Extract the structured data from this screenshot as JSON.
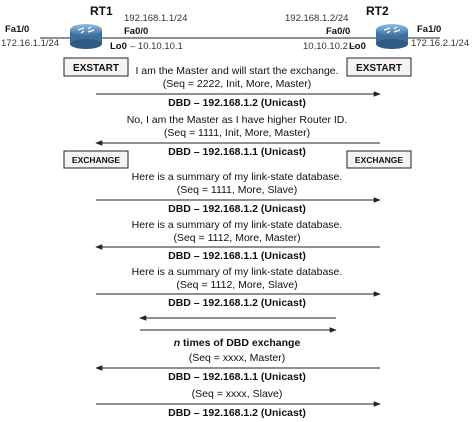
{
  "routers": {
    "rt1": {
      "name": "RT1",
      "fa10_label": "Fa1/0",
      "fa10_ip": "172.16.1.1/24",
      "fa00_ip": "192.168.1.1/24",
      "fa00_label": "Fa0/0",
      "lo0_label": "Lo0",
      "lo0_ip": "– 10.10.10.1"
    },
    "rt2": {
      "name": "RT2",
      "fa10_label": "Fa1/0",
      "fa10_ip": "172.16.2.1/24",
      "fa00_ip": "192.168.1.2/24",
      "fa00_label": "Fa0/0",
      "lo0_ip": "10.10.10.2 –",
      "lo0_label": "Lo0"
    }
  },
  "states": {
    "rt1_exstart": "EXSTART",
    "rt2_exstart": "EXSTART",
    "rt1_exchange": "EXCHANGE",
    "rt2_exchange": "EXCHANGE"
  },
  "messages": [
    {
      "line1": "I am the Master and will start the exchange.",
      "line2": "(Seq = 2222, Init, More, Master)",
      "dbd": "DBD – 192.168.1.2 (Unicast)",
      "dir": "right"
    },
    {
      "line1": "No, I am the Master as I have higher Router ID.",
      "line2": "(Seq = 1111, Init, More, Master)",
      "dbd": "DBD – 192.168.1.1 (Unicast)",
      "dir": "left"
    },
    {
      "line1": "Here is a summary of my link-state database.",
      "line2": "(Seq = 1111, More, Slave)",
      "dbd": "DBD – 192.168.1.2 (Unicast)",
      "dir": "right"
    },
    {
      "line1": "Here is a summary of my link-state database.",
      "line2": "(Seq = 1112, More, Master)",
      "dbd": "DBD – 192.168.1.1 (Unicast)",
      "dir": "left"
    },
    {
      "line1": "Here is a summary of my link-state database.",
      "line2": "(Seq = 1112, More, Slave)",
      "dbd": "DBD – 192.168.1.2 (Unicast)",
      "dir": "right"
    }
  ],
  "ntimes": {
    "italic_n": "n",
    "rest": " times of DBD exchange"
  },
  "tail": [
    {
      "line": "(Seq = xxxx, Master)",
      "dbd": "DBD – 192.168.1.1 (Unicast)",
      "dir": "left"
    },
    {
      "line": "(Seq = xxxx, Slave)",
      "dbd": "DBD – 192.168.1.2 (Unicast)",
      "dir": "right"
    }
  ],
  "colors": {
    "router_fill": "#4a7fb0",
    "router_top": "#7fb0da",
    "line": "#222222",
    "box_fill": "#f4f4f4"
  }
}
